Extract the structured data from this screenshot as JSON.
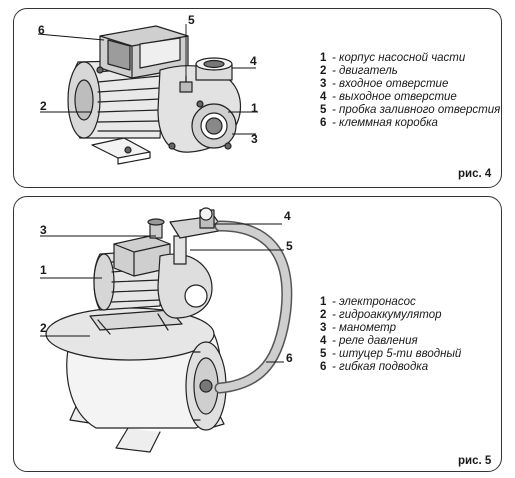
{
  "figure4": {
    "caption": "рис. 4",
    "callouts": [
      "1",
      "2",
      "3",
      "4",
      "5",
      "6"
    ],
    "legend": [
      {
        "num": "1",
        "text": "- корпус насосной части"
      },
      {
        "num": "2",
        "text": "- двигатель"
      },
      {
        "num": "3",
        "text": "- входное отверстие"
      },
      {
        "num": "4",
        "text": "- выходное отверстие"
      },
      {
        "num": "5",
        "text": "- пробка заливного отверстия"
      },
      {
        "num": "6",
        "text": "- клеммная коробка"
      }
    ]
  },
  "figure5": {
    "caption": "рис. 5",
    "callouts": [
      "1",
      "2",
      "3",
      "4",
      "5",
      "6"
    ],
    "legend": [
      {
        "num": "1",
        "text": "- электронасос"
      },
      {
        "num": "2",
        "text": "- гидроаккумулятор"
      },
      {
        "num": "3",
        "text": "- манометр"
      },
      {
        "num": "4",
        "text": "- реле давления"
      },
      {
        "num": "5",
        "text": "- штуцер 5-ти вводный"
      },
      {
        "num": "6",
        "text": "- гибкая подводка"
      }
    ]
  }
}
